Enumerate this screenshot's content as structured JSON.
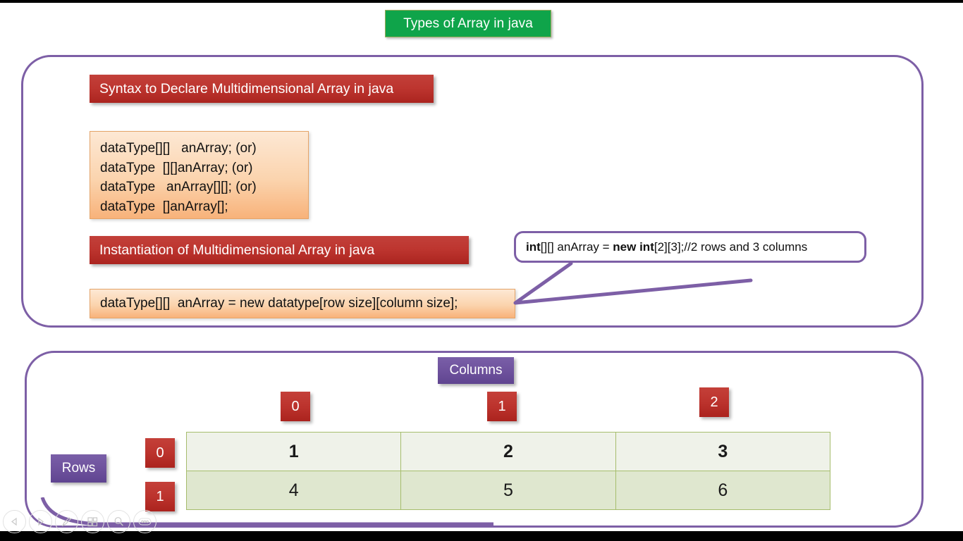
{
  "slide": {
    "title": "Types of Array in java",
    "accent_green": "#0FA44A",
    "accent_red": "#bd352f",
    "accent_purple": "#7d5fa6",
    "accent_orange": "#f8b27a",
    "grid_border_green": "#a6bd6d"
  },
  "syntax_section": {
    "declare_header": "Syntax to Declare Multidimensional Array in java",
    "declare_lines": [
      "dataType[][]   anArray; (or)",
      "dataType  [][]anArray; (or)",
      "dataType   anArray[][]; (or)",
      "dataType  []anArray[];"
    ],
    "instantiate_header": "Instantiation of Multidimensional Array in java",
    "instantiate_code": "dataType[][]  anArray = new datatype[row size][column size];"
  },
  "callout": {
    "prefix_bold": "int",
    "segment_1": "[][]  anArray  = ",
    "mid_bold": "new int",
    "segment_2": "[2][3];//2 rows and 3 columns",
    "full_text": "int[][]  anArray  = new int[2][3];//2 rows and 3 columns"
  },
  "table_section": {
    "columns_label": "Columns",
    "rows_label": "Rows",
    "column_indices": [
      "0",
      "1",
      "2"
    ],
    "row_indices": [
      "0",
      "1"
    ],
    "cells": [
      [
        "1",
        "2",
        "3"
      ],
      [
        "4",
        "5",
        "6"
      ]
    ]
  },
  "player_toolbar": {
    "buttons": [
      {
        "name": "previous-slide-icon",
        "label": "Previous"
      },
      {
        "name": "next-slide-icon",
        "label": "Next"
      },
      {
        "name": "pen-icon",
        "label": "Pen"
      },
      {
        "name": "slides-grid-icon",
        "label": "All Slides"
      },
      {
        "name": "magnifier-icon",
        "label": "Zoom"
      },
      {
        "name": "more-options-icon",
        "label": "More"
      }
    ]
  }
}
